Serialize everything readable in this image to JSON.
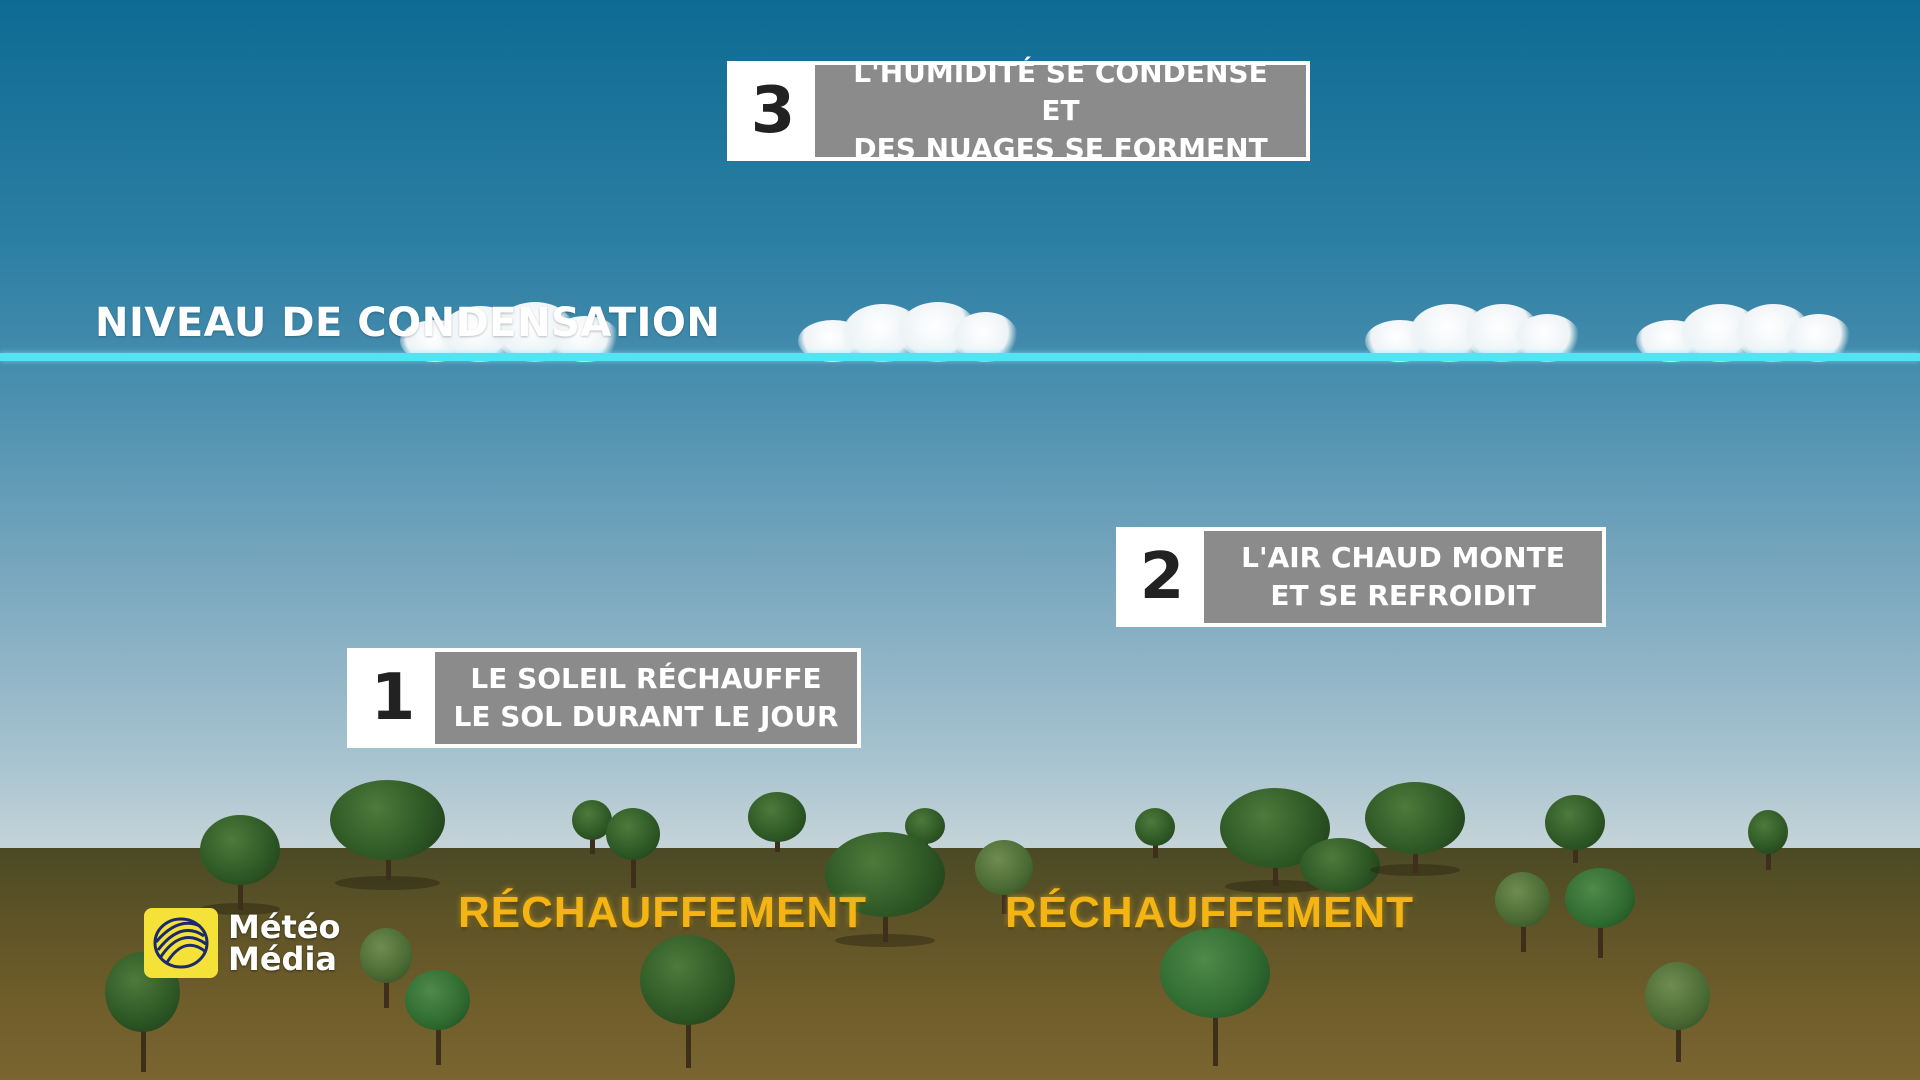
{
  "condensation": {
    "label": "NIVEAU DE CONDENSATION"
  },
  "steps": [
    {
      "number": "1",
      "line1": "LE SOLEIL RÉCHAUFFE",
      "line2": "LE SOL DURANT LE JOUR"
    },
    {
      "number": "2",
      "line1": "L'AIR CHAUD MONTE",
      "line2": "ET SE REFROIDIT"
    },
    {
      "number": "3",
      "line1": "L'HUMIDITÉ SE CONDENSE ET",
      "line2": "DES NUAGES SE FORMENT"
    }
  ],
  "warming": {
    "left": "RÉCHAUFFEMENT",
    "right": "RÉCHAUFFEMENT"
  },
  "logo": {
    "line1": "Météo",
    "line2": "Média"
  },
  "colors": {
    "condensation_line": "#52e4f2",
    "warming_text": "#f4b414",
    "step_box": "#8b8b8b",
    "logo_badge": "#f5e238"
  }
}
